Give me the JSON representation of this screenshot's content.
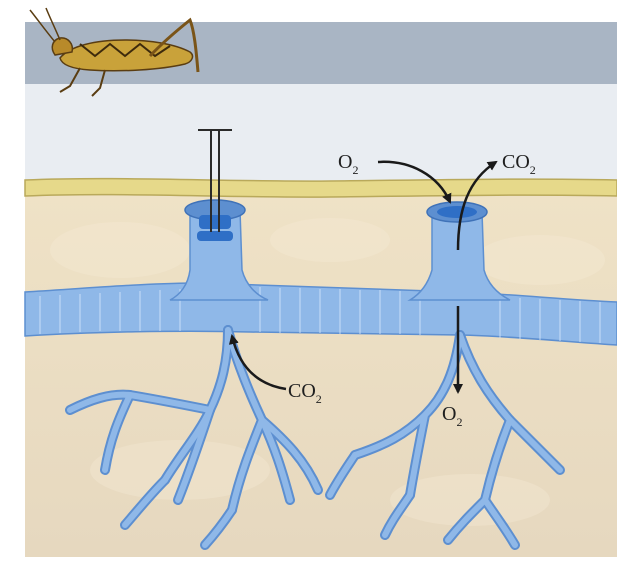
{
  "labels": {
    "o2_in": {
      "main": "O",
      "sub": "2"
    },
    "co2_out": {
      "main": "CO",
      "sub": "2"
    },
    "co2_internal": {
      "main": "CO",
      "sub": "2"
    },
    "o2_internal": {
      "main": "O",
      "sub": "2"
    }
  },
  "colors": {
    "sky_band": "#a9b5c4",
    "air": "#e9edf2",
    "cuticle": "#e6d98a",
    "tissue": "#e9dcc4",
    "trachea": "#8fb8e8",
    "trachea_dark": "#5d8fd0",
    "arrow": "#1a1a1a"
  },
  "icons": {
    "insect": "grasshopper-icon",
    "closed_valve": "spiracle-valve-icon"
  }
}
